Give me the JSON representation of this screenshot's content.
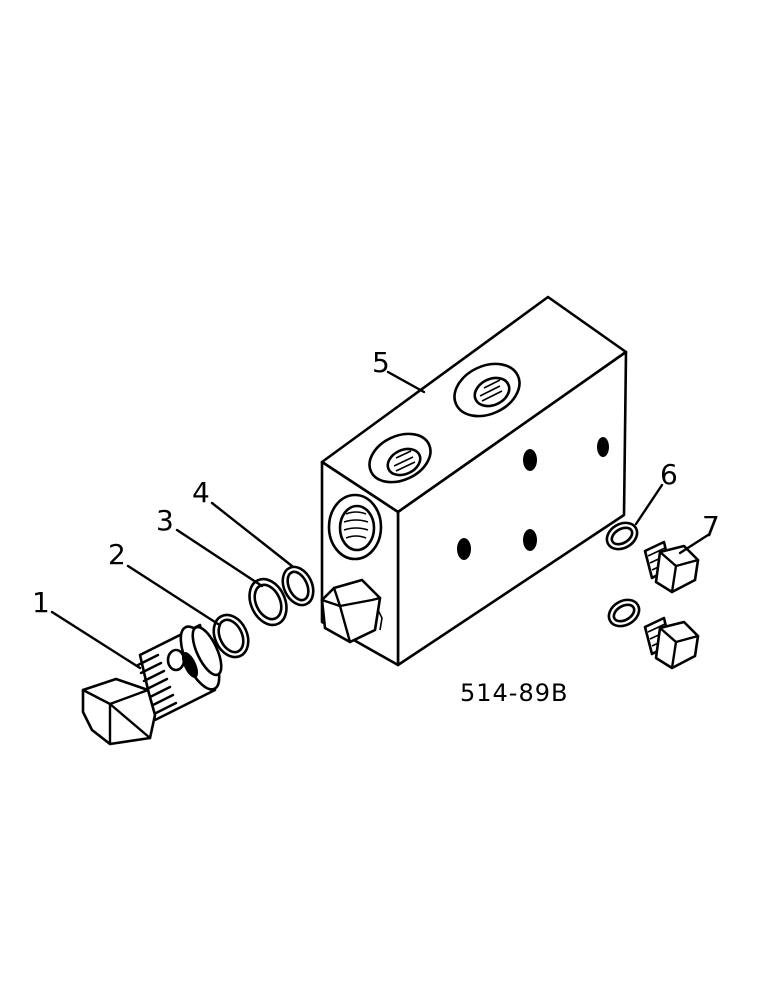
{
  "diagram": {
    "reference_code": "514-89B",
    "callouts": [
      {
        "id": "1",
        "label": "1"
      },
      {
        "id": "2",
        "label": "2"
      },
      {
        "id": "3",
        "label": "3"
      },
      {
        "id": "4",
        "label": "4"
      },
      {
        "id": "5",
        "label": "5"
      },
      {
        "id": "6",
        "label": "6"
      },
      {
        "id": "7",
        "label": "7"
      }
    ]
  }
}
